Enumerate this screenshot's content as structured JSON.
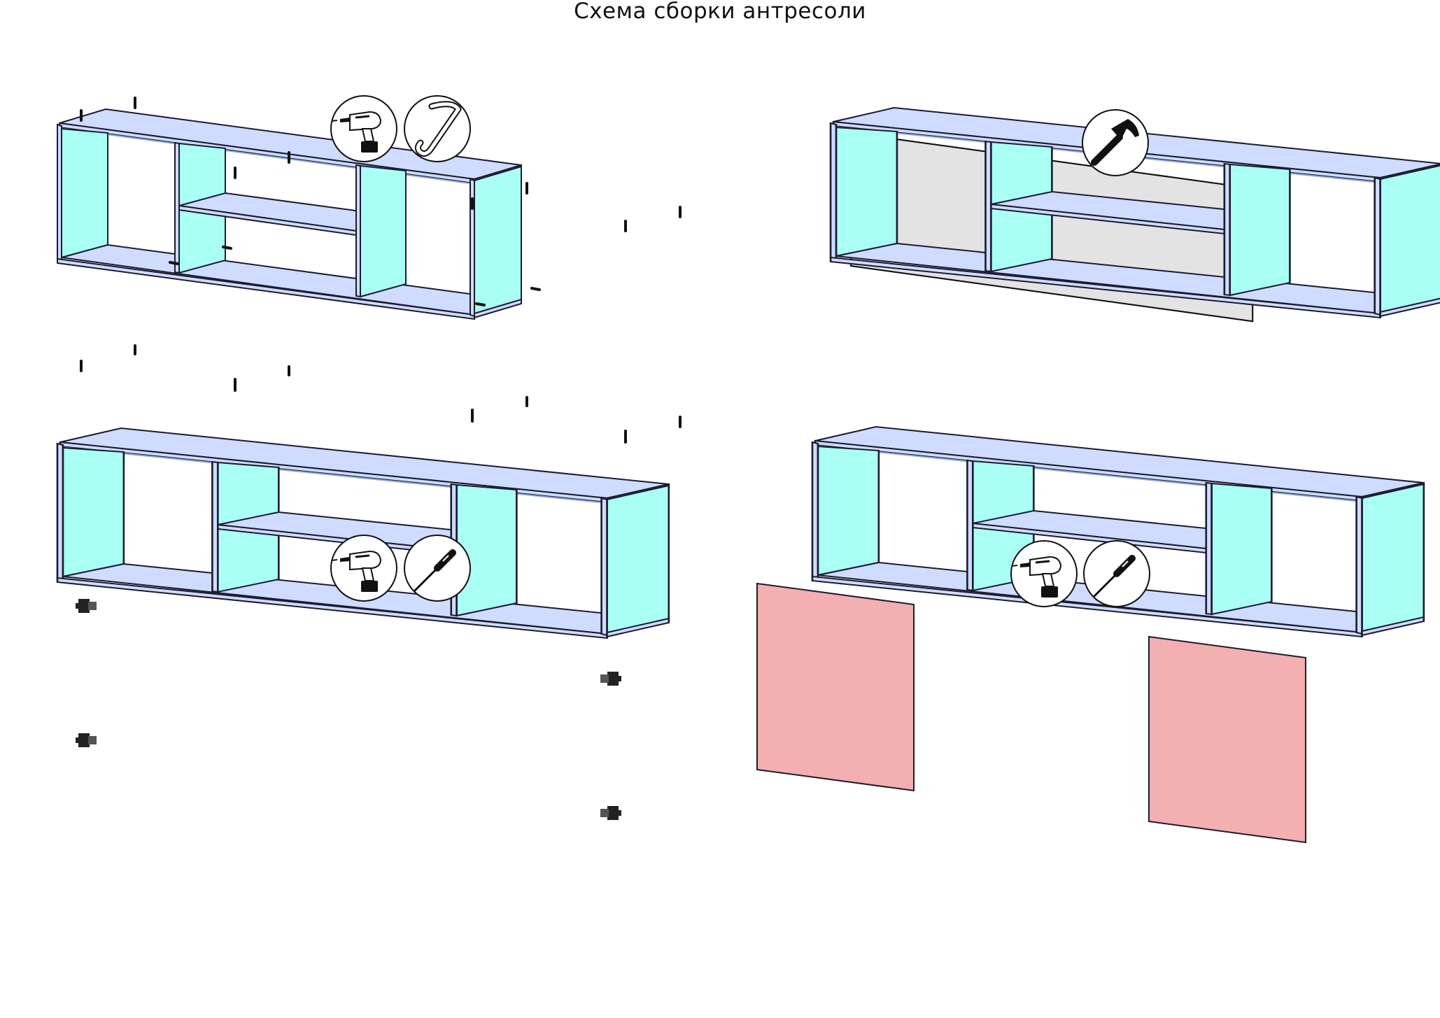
{
  "page": {
    "title": "Схема сборки антресоли"
  },
  "colors": {
    "panel_blue": "#cfdcff",
    "side_cyan": "#aafff5",
    "back_grey": "#e3e3e3",
    "door_pink": "#f4afb0",
    "outline": "#1c1c30"
  },
  "steps": [
    {
      "id": "step-1",
      "description": "frame assembly",
      "tools": [
        "drill-icon",
        "allen-key-icon"
      ]
    },
    {
      "id": "step-2",
      "description": "back panel",
      "tools": [
        "hammer-icon"
      ]
    },
    {
      "id": "step-3",
      "description": "hinges",
      "tools": [
        "drill-icon",
        "screwdriver-icon"
      ]
    },
    {
      "id": "step-4",
      "description": "doors",
      "tools": [
        "drill-icon",
        "screwdriver-icon"
      ]
    }
  ]
}
